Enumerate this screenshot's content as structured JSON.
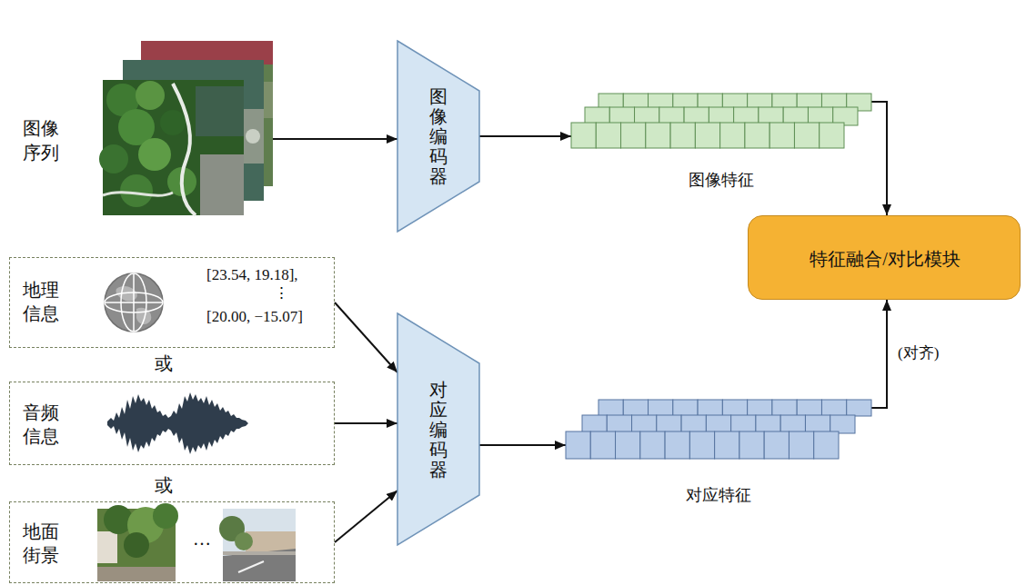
{
  "diagram": {
    "nodes": [
      {
        "text": [
          "图像编码器"
        ]
      },
      {
        "text": [
          "图像特征"
        ]
      },
      {
        "text": [
          "特征融合/对比模块"
        ]
      },
      {
        "text": [
          "地理信息",
          "[23.54, 19.18],",
          "⋮",
          "[20.00, −15.07]"
        ]
      },
      {
        "text": [
          "音频信息"
        ]
      },
      {
        "text": [
          "地面街景",
          "…"
        ]
      },
      {
        "text": [
          "对应编码器"
        ]
      },
      {
        "text": [
          "对应特征"
        ]
      }
    ],
    "edges": [
      {
        "from": 0,
        "to": 1,
        "arrow": "to"
      },
      {
        "from": 1,
        "to": 2,
        "arrow": "to"
      },
      {
        "from": 3,
        "to": 6,
        "arrow": "to"
      },
      {
        "from": 4,
        "to": 6,
        "arrow": "to"
      },
      {
        "from": 5,
        "to": 6,
        "arrow": "to"
      },
      {
        "from": 6,
        "to": 7,
        "arrow": "to"
      },
      {
        "from": 7,
        "to": 2,
        "arrow": "to",
        "label": "(对齐)"
      }
    ],
    "labels": [
      "图像序列",
      "或",
      "或"
    ]
  }
}
